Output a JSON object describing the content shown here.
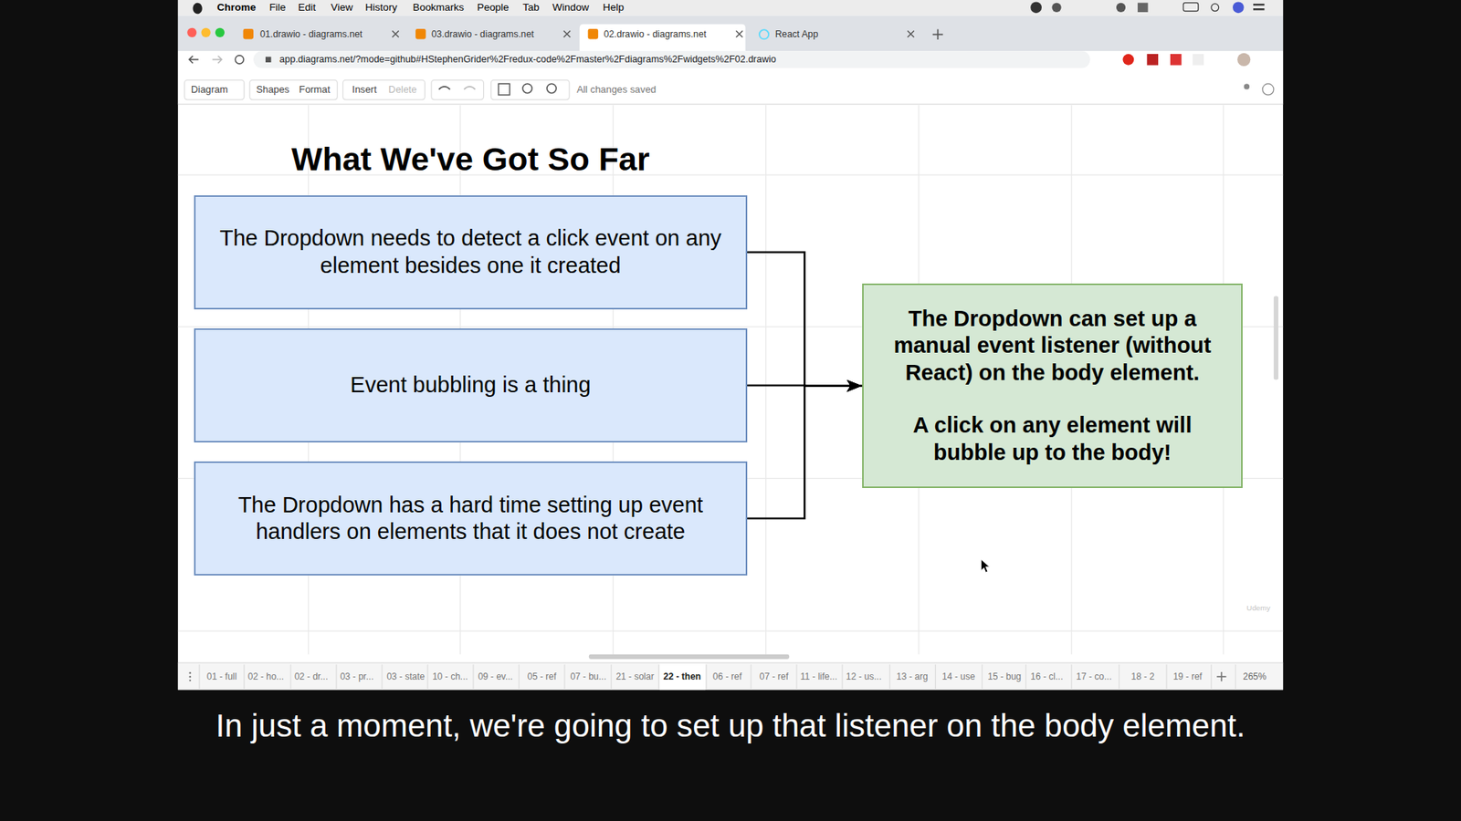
{
  "diagram": {
    "title": "What We've Got So Far",
    "caption": "In just a moment, we're going to set up that listener on the body element.",
    "nodes": [
      {
        "text": [
          "The Dropdown needs to detect a click event on any element besides one it created"
        ]
      },
      {
        "text": [
          "Event bubbling is a thing"
        ]
      },
      {
        "text": [
          "The Dropdown has a hard time setting up event handlers on elements that it does not create"
        ]
      },
      {
        "text": [
          "The Dropdown can set up a manual event listener (without React) on the body element.",
          "A click on any element will bubble up to the body!"
        ]
      }
    ],
    "edges": [
      {
        "from": 0,
        "to": 3,
        "arrow": "to"
      },
      {
        "from": 1,
        "to": 3,
        "arrow": "to"
      },
      {
        "from": 2,
        "to": 3,
        "arrow": "to"
      }
    ],
    "labels": [
      "Chrome",
      "File",
      "Edit",
      "View",
      "History",
      "Bookmarks",
      "People",
      "Tab",
      "Window",
      "Help",
      "01.drawio - diagrams.net",
      "03.drawio - diagrams.net",
      "02.drawio - diagrams.net",
      "React App",
      "app.diagrams.net/?mode=github#HStephenGrider%2Fredux-code%2Fmaster%2Fdiagrams%2Fwidgets%2F02.drawio",
      "Diagram",
      "Shapes",
      "Format",
      "Insert",
      "Delete",
      "All changes saved",
      "01 - full",
      "02 - ho...",
      "02 - dr...",
      "03 - pr...",
      "03 - state",
      "10 - ch...",
      "09 - ev...",
      "05 - ref",
      "07 - bu...",
      "21 - solar",
      "22 - then",
      "06 - ref",
      "07 - ref",
      "11 - life...",
      "12 - us...",
      "13 - arg",
      "14 - use",
      "15 - bug",
      "16 - cl...",
      "17 - co...",
      "18 - 2",
      "19 - ref",
      "265%",
      "Udemy"
    ]
  }
}
